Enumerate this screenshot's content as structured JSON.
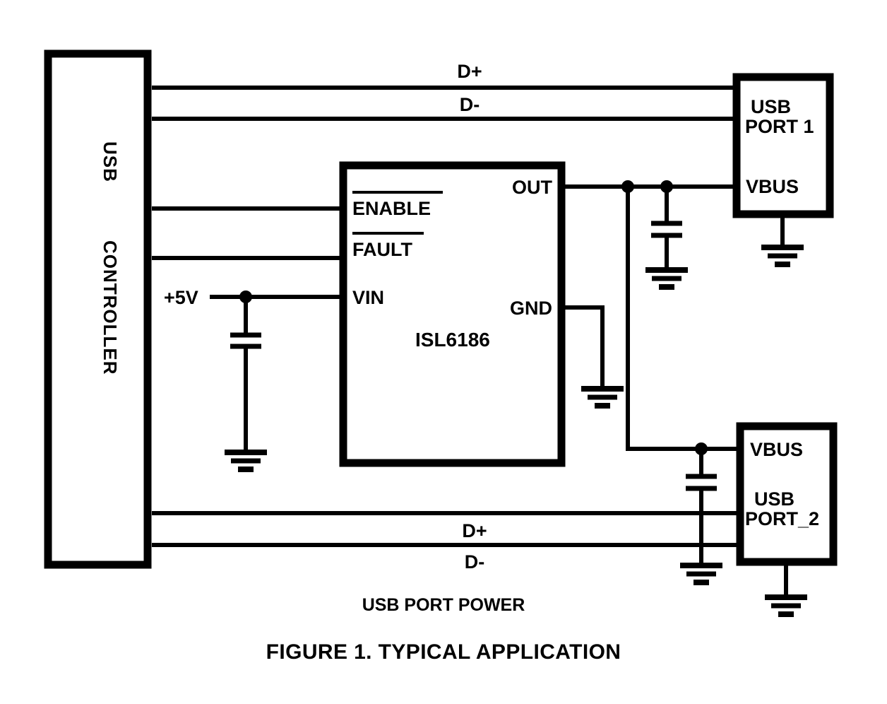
{
  "figure": {
    "caption_sub": "USB PORT POWER",
    "caption_main": "FIGURE 1.  TYPICAL APPLICATION",
    "line_color": "#000000",
    "background": "#ffffff"
  },
  "blocks": {
    "usb_controller": {
      "line1": "USB",
      "line2": "CONTROLLER"
    },
    "device": {
      "part_number": "ISL6186",
      "pins_left": [
        {
          "label": "ENABLE",
          "overbar": true
        },
        {
          "label": "FAULT",
          "overbar": true
        },
        {
          "label": "VIN",
          "overbar": false
        }
      ],
      "pins_right": [
        {
          "label": "OUT",
          "overbar": false
        },
        {
          "label": "GND",
          "overbar": false
        }
      ]
    },
    "usb_port_1": {
      "title_line1": "USB",
      "title_line2": "PORT 1",
      "pin": "VBUS"
    },
    "usb_port_2": {
      "pin": "VBUS",
      "title_line1": "USB",
      "title_line2": "PORT_2"
    }
  },
  "nets": {
    "top_dplus": "D+",
    "top_dminus": "D-",
    "bottom_dplus": "D+",
    "bottom_dminus": "D-",
    "supply": "+5V"
  }
}
